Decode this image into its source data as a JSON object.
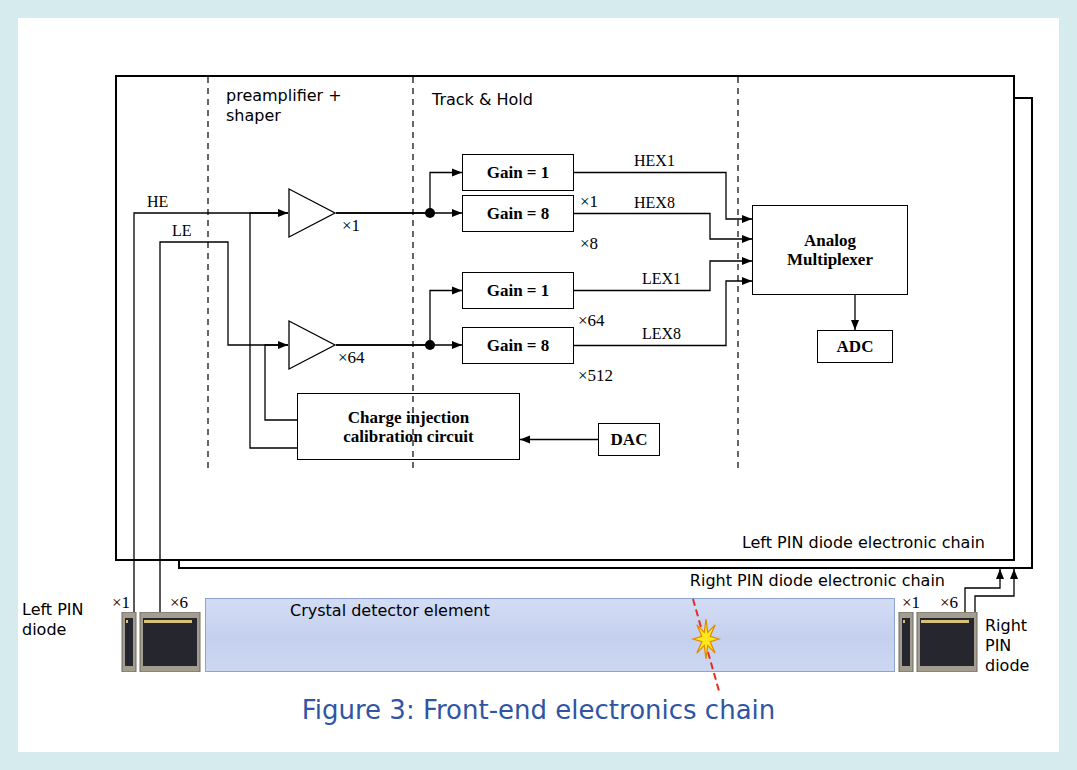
{
  "diagram": {
    "caption": "Figure 3: Front-end electronics chain",
    "nodes": [
      {
        "text": [
          "Left PIN diode electronic chain"
        ]
      },
      {
        "text": [
          "×1"
        ],
        "in": 0
      },
      {
        "text": [
          "×64"
        ],
        "in": 0
      },
      {
        "text": [
          "Gain = 1"
        ],
        "in": 0
      },
      {
        "text": [
          "Gain = 8"
        ],
        "in": 0
      },
      {
        "text": [
          "Gain = 1"
        ],
        "in": 0
      },
      {
        "text": [
          "Gain = 8"
        ],
        "in": 0
      },
      {
        "text": [
          "Analog Multiplexer"
        ],
        "in": 0
      },
      {
        "text": [
          "ADC"
        ],
        "in": 0
      },
      {
        "text": [
          "Charge injection calibration circuit"
        ],
        "in": 0
      },
      {
        "text": [
          "DAC"
        ],
        "in": 0
      },
      {
        "text": [
          "Right PIN diode electronic chain"
        ]
      },
      {
        "text": [
          "Crystal detector element"
        ]
      },
      {
        "text": [
          "Left PIN diode"
        ]
      },
      {
        "text": [
          "Right PIN diode"
        ]
      }
    ],
    "edges": [
      {
        "from": 13,
        "to": 1,
        "label": "HE",
        "arrow": "none"
      },
      {
        "from": 13,
        "to": 2,
        "label": "LE",
        "arrow": "none"
      },
      {
        "from": 1,
        "to": 3,
        "arrow": "to"
      },
      {
        "from": 1,
        "to": 4,
        "arrow": "to"
      },
      {
        "from": 2,
        "to": 5,
        "arrow": "to"
      },
      {
        "from": 2,
        "to": 6,
        "arrow": "to"
      },
      {
        "from": 3,
        "to": 7,
        "label": "HEX1",
        "arrow": "to"
      },
      {
        "from": 4,
        "to": 7,
        "label": "HEX8",
        "arrow": "to"
      },
      {
        "from": 5,
        "to": 7,
        "label": "LEX1",
        "arrow": "to"
      },
      {
        "from": 6,
        "to": 7,
        "label": "LEX8",
        "arrow": "to"
      },
      {
        "from": 7,
        "to": 8,
        "arrow": "to"
      },
      {
        "from": 10,
        "to": 9,
        "arrow": "to"
      },
      {
        "from": 9,
        "to": 1,
        "arrow": "to"
      },
      {
        "from": 9,
        "to": 2,
        "arrow": "to"
      },
      {
        "from": 14,
        "to": 11,
        "arrow": "to"
      },
      {
        "from": 14,
        "to": 11,
        "arrow": "to"
      }
    ],
    "labels": [
      "preamplifier + shaper",
      "Track & Hold",
      "×1",
      "×8",
      "×64",
      "×512",
      "×1",
      "×6",
      "×1",
      "×6"
    ]
  }
}
